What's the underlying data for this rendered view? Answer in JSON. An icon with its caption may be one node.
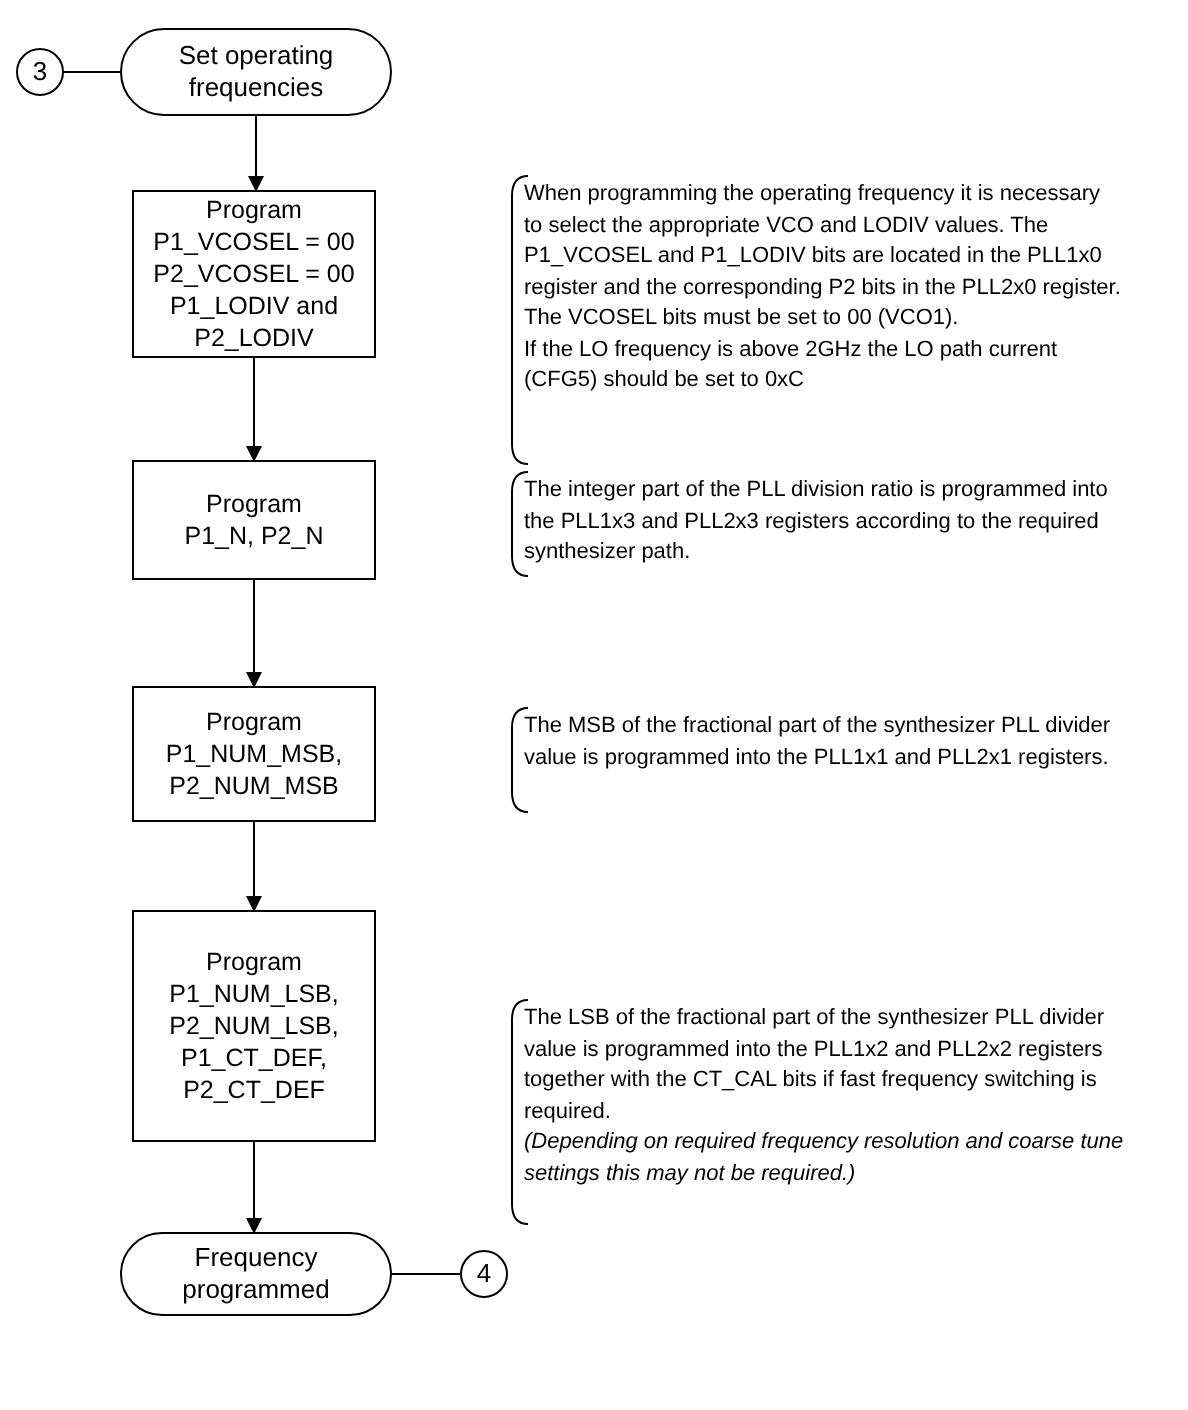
{
  "diagram": {
    "nodes": [
      {
        "text": [
          "3"
        ]
      },
      {
        "text": [
          "Set operating frequencies"
        ]
      },
      {
        "text": [
          "Program",
          "P1_VCOSEL = 00",
          "P2_VCOSEL = 00",
          "P1_LODIV and P2_LODIV"
        ]
      },
      {
        "text": [
          "Program",
          "P1_N, P2_N"
        ]
      },
      {
        "text": [
          "Program",
          "P1_NUM_MSB, P2_NUM_MSB"
        ]
      },
      {
        "text": [
          "Program",
          "P1_NUM_LSB, P2_NUM_LSB, P1_CT_DEF, P2_CT_DEF"
        ]
      },
      {
        "text": [
          "Frequency programmed"
        ]
      },
      {
        "text": [
          "4"
        ]
      }
    ],
    "edges": [
      {
        "from": 0,
        "to": 1,
        "arrow": "none"
      },
      {
        "from": 1,
        "to": 2,
        "arrow": "to"
      },
      {
        "from": 2,
        "to": 3,
        "arrow": "to"
      },
      {
        "from": 3,
        "to": 4,
        "arrow": "to"
      },
      {
        "from": 4,
        "to": 5,
        "arrow": "to"
      },
      {
        "from": 5,
        "to": 6,
        "arrow": "to"
      },
      {
        "from": 6,
        "to": 7,
        "arrow": "none"
      }
    ],
    "labels": [
      "When programming the operating frequency it is necessary to select the appropriate VCO and LODIV values. The P1_VCOSEL and P1_LODIV bits are located in the PLL1x0 register and the corresponding P2 bits in the PLL2x0 register. The VCOSEL bits must be set to 00 (VCO1).",
      "If the LO frequency is above 2GHz the LO path current (CFG5) should be set to 0xC",
      "The integer part of the PLL division ratio is programmed into the PLL1x3 and PLL2x3 registers according to the required synthesizer path.",
      "The MSB of the fractional part of the synthesizer PLL divider value is programmed into the PLL1x1 and PLL2x1 registers.",
      "The LSB of the fractional part of the synthesizer PLL divider value is programmed into the PLL1x2 and PLL2x2 registers together with the CT_CAL bits if fast frequency switching is required.",
      "*(Depending on required frequency resolution and coarse tune settings this may not be required.)*"
    ]
  }
}
